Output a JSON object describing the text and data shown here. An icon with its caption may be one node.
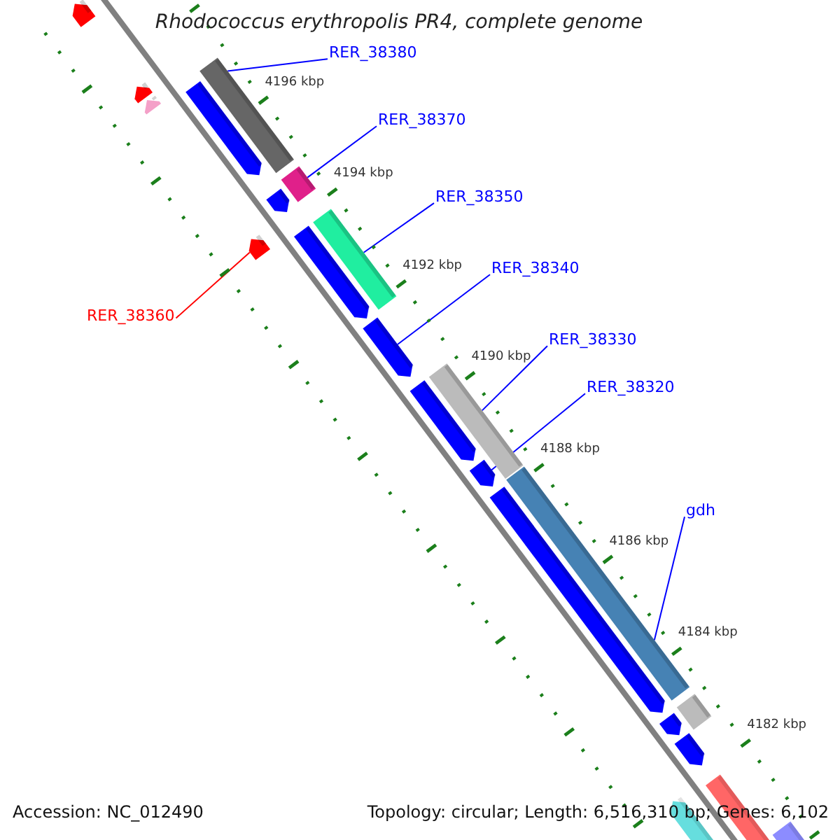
{
  "diagram": {
    "title": "Rhodococcus erythropolis PR4, complete genome",
    "nodes": [
      {
        "text": [
          "RER_38380"
        ]
      },
      {
        "text": [
          "RER_38370"
        ]
      },
      {
        "text": [
          "RER_38350"
        ]
      },
      {
        "text": [
          "RER_38340"
        ]
      },
      {
        "text": [
          "RER_38360"
        ]
      },
      {
        "text": [
          "RER_38330"
        ]
      },
      {
        "text": [
          "RER_38320"
        ]
      },
      {
        "text": [
          "gdh"
        ]
      },
      {
        "text": [],
        "shape": "pentagon"
      },
      {
        "text": [],
        "shape": "pentagon"
      },
      {
        "text": [],
        "shape": "pentagon"
      },
      {
        "text": [],
        "shape": "bar"
      },
      {
        "text": [],
        "shape": "pentagon"
      },
      {
        "text": [],
        "shape": "bar"
      },
      {
        "text": [],
        "shape": "pentagon"
      },
      {
        "text": [],
        "shape": "pentagon"
      },
      {
        "text": [],
        "shape": "bar"
      },
      {
        "text": [],
        "shape": "pentagon"
      },
      {
        "text": [],
        "shape": "pentagon"
      },
      {
        "text": [],
        "shape": "bar"
      },
      {
        "text": [],
        "shape": "pentagon"
      },
      {
        "text": [],
        "shape": "pentagon"
      },
      {
        "text": [],
        "shape": "bar"
      },
      {
        "text": [],
        "shape": "pentagon"
      },
      {
        "text": [],
        "shape": "bar"
      },
      {
        "text": [],
        "shape": "pentagon"
      },
      {
        "text": [],
        "shape": "pentagon"
      },
      {
        "text": [],
        "shape": "pentagon"
      },
      {
        "text": [],
        "shape": "pentagon"
      },
      {
        "text": [],
        "shape": "pentagon"
      }
    ],
    "edges": [
      {
        "from": 0,
        "to": 11,
        "arrow": "none"
      },
      {
        "from": 1,
        "to": 13,
        "arrow": "none"
      },
      {
        "from": 2,
        "to": 16,
        "arrow": "none"
      },
      {
        "from": 3,
        "to": 18,
        "arrow": "none"
      },
      {
        "from": 4,
        "to": 15,
        "arrow": "none",
        "color": "#ff0000"
      },
      {
        "from": 5,
        "to": 19,
        "arrow": "none"
      },
      {
        "from": 6,
        "to": 21,
        "arrow": "none"
      },
      {
        "from": 7,
        "to": 22,
        "arrow": "none"
      }
    ],
    "labels": [
      "4196 kbp",
      "4194 kbp",
      "4192 kbp",
      "4190 kbp",
      "4188 kbp",
      "4186 kbp",
      "4184 kbp",
      "4182 kbp",
      "Accession: NC_012490",
      "Topology: circular; Length: 6,516,310 bp; Genes: 6,102"
    ]
  }
}
